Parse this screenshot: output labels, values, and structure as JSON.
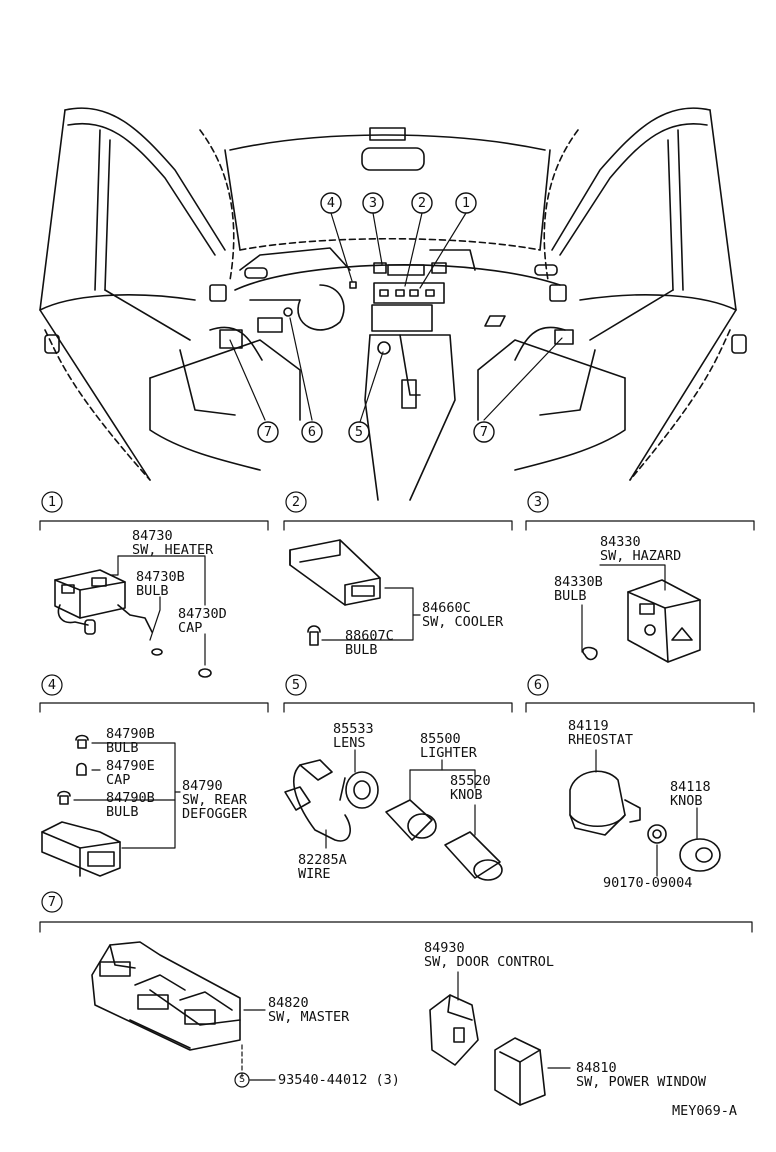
{
  "callouts": {
    "c1": "1",
    "c2": "2",
    "c3": "3",
    "c4": "4",
    "c5": "5",
    "c6": "6",
    "c7": "7"
  },
  "sections": {
    "s1": {
      "number": "1",
      "parts": [
        {
          "no": "84730",
          "name": "SW, HEATER"
        },
        {
          "no": "84730B",
          "name": "BULB"
        },
        {
          "no": "84730D",
          "name": "CAP"
        }
      ]
    },
    "s2": {
      "number": "2",
      "parts": [
        {
          "no": "84660C",
          "name": "SW, COOLER"
        },
        {
          "no": "88607C",
          "name": "BULB"
        }
      ]
    },
    "s3": {
      "number": "3",
      "parts": [
        {
          "no": "84330",
          "name": "SW, HAZARD"
        },
        {
          "no": "84330B",
          "name": "BULB"
        }
      ]
    },
    "s4": {
      "number": "4",
      "parts": [
        {
          "no": "84790B",
          "name": "BULB"
        },
        {
          "no": "84790E",
          "name": "CAP"
        },
        {
          "no": "84790",
          "name": "SW, REAR",
          "name2": "DEFOGGER"
        },
        {
          "no": "84790B",
          "name": "BULB"
        }
      ]
    },
    "s5": {
      "number": "5",
      "parts": [
        {
          "no": "85533",
          "name": "LENS"
        },
        {
          "no": "85500",
          "name": "LIGHTER"
        },
        {
          "no": "85520",
          "name": "KNOB"
        },
        {
          "no": "82285A",
          "name": "WIRE"
        }
      ]
    },
    "s6": {
      "number": "6",
      "parts": [
        {
          "no": "84119",
          "name": "RHEOSTAT"
        },
        {
          "no": "84118",
          "name": "KNOB"
        },
        {
          "no": "90170-09004"
        }
      ]
    },
    "s7": {
      "number": "7",
      "parts": [
        {
          "no": "84820",
          "name": "SW, MASTER"
        },
        {
          "no": "84930",
          "name": "SW, DOOR CONTROL"
        },
        {
          "no": "84810",
          "name": "SW, POWER WINDOW"
        },
        {
          "no": "93540-44012 (3)",
          "marker": "S"
        }
      ]
    }
  },
  "diagram_code": "MEY069-A"
}
